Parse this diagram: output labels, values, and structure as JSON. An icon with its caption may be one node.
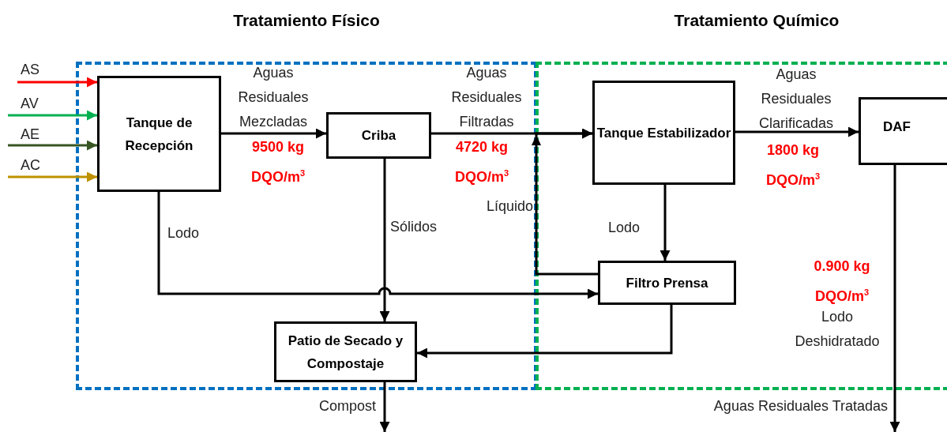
{
  "diagram": {
    "nodes": [
      {
        "text": [
          "Tratamiento Físico"
        ]
      },
      {
        "text": [
          "Tanque de Recepción"
        ],
        "in": 0
      },
      {
        "text": [
          "Criba"
        ],
        "in": 0
      },
      {
        "text": [
          "Patio de Secado y Compostaje"
        ],
        "in": 0
      },
      {
        "text": [
          "Tratamiento Químico"
        ]
      },
      {
        "text": [
          "Tanque Estabilizador"
        ],
        "in": 4
      },
      {
        "text": [
          "Filtro Prensa"
        ],
        "in": 4
      },
      {
        "text": [
          "DAF"
        ],
        "in": 4
      }
    ],
    "edges": [
      {
        "from": null,
        "to": 1,
        "arrow": "to",
        "label": "AS",
        "color": "#ff0000"
      },
      {
        "from": null,
        "to": 1,
        "arrow": "to",
        "label": "AV",
        "color": "#00b050"
      },
      {
        "from": null,
        "to": 1,
        "arrow": "to",
        "label": "AE",
        "color": "#375623"
      },
      {
        "from": null,
        "to": 1,
        "arrow": "to",
        "label": "AC",
        "color": "#bf9000"
      },
      {
        "from": 1,
        "to": 2,
        "arrow": "to",
        "label": "Aguas Residuales Mezcladas"
      },
      {
        "from": 2,
        "to": 5,
        "arrow": "to",
        "label": "Aguas Residuales Filtradas"
      },
      {
        "from": 5,
        "to": 7,
        "arrow": "to",
        "label": "Aguas Residuales Clarificadas"
      },
      {
        "from": 1,
        "to": 6,
        "arrow": "to",
        "label": "Lodo"
      },
      {
        "from": 2,
        "to": 3,
        "arrow": "to",
        "label": "Sólidos"
      },
      {
        "from": 5,
        "to": 6,
        "arrow": "to",
        "label": "Lodo"
      },
      {
        "from": 6,
        "to": 5,
        "arrow": "to",
        "label": "Líquido"
      },
      {
        "from": 6,
        "to": 3,
        "arrow": "to"
      },
      {
        "from": 3,
        "to": null,
        "arrow": "to",
        "label": "Compost"
      },
      {
        "from": 7,
        "to": null,
        "arrow": "to",
        "label": "Aguas Residuales Tratadas"
      }
    ],
    "labels": [
      "9500 kg DQO/m$^{3}$",
      "4720 kg DQO/m$^{3}$",
      "1800 kg DQO/m$^{3}$",
      "0.900 kg DQO/m$^{3}$",
      "Lodo Deshidratado"
    ]
  }
}
